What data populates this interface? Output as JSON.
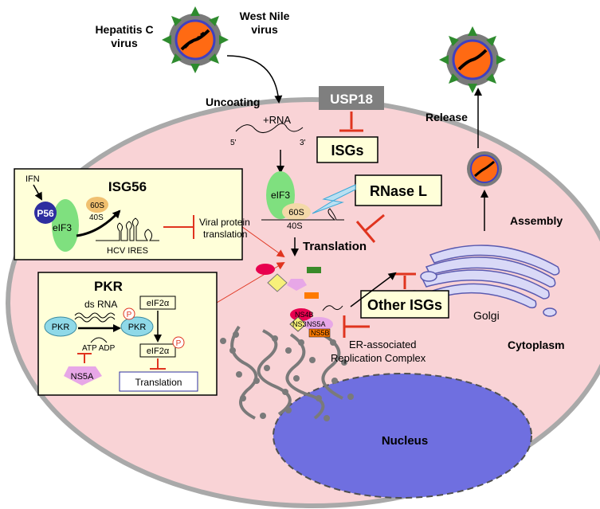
{
  "viruses": {
    "hcv_line1": "Hepatitis C",
    "hcv_line2": "virus",
    "wnv_line1": "West Nile",
    "wnv_line2": "virus"
  },
  "steps": {
    "uncoating": "Uncoating",
    "rna_plus": "+RNA",
    "five_prime": "5'",
    "three_prime": "3'",
    "translation": "Translation",
    "release": "Release",
    "assembly": "Assembly",
    "golgi": "Golgi",
    "cytoplasm": "Cytoplasm",
    "nucleus": "Nucleus",
    "er_line1": "ER-associated",
    "er_line2": "Replication Complex"
  },
  "boxes": {
    "usp18": "USP18",
    "isgs": "ISGs",
    "rnase_l": "RNase L",
    "other_isgs": "Other ISGs"
  },
  "ribosome": {
    "eif3": "eIF3",
    "s60": "60S",
    "s40": "40S"
  },
  "isg56_panel": {
    "title": "ISG56",
    "ifn": "IFN",
    "p56": "P56",
    "eif3": "eIF3",
    "s60": "60S",
    "s40": "40S",
    "hcv_ires": "HCV IRES",
    "viral_line1": "Viral protein",
    "viral_line2": "translation"
  },
  "pkr_panel": {
    "title": "PKR",
    "ds_rna": "ds RNA",
    "pkr_left": "PKR",
    "pkr_right": "PKR",
    "atp_adp": "ATP ADP",
    "eif2a_top": "eIF2α",
    "eif2a_bottom": "eIF2α",
    "p1": "P",
    "p2": "P",
    "ns5a": "NS5A",
    "translation": "Translation"
  },
  "replication": {
    "ns4b": "NS4B",
    "ns3": "NS3",
    "ns5a": "NS5A",
    "ns5b": "NS5B"
  },
  "colors": {
    "cell_fill": "#f9d3d6",
    "panel_fill": "#ffffd9",
    "inhibit_red": "#e0341f",
    "usp18_gray": "#7f7f7f",
    "nucleus_blue": "#6f6fe0",
    "golgi_fill": "#d9d9f7"
  }
}
